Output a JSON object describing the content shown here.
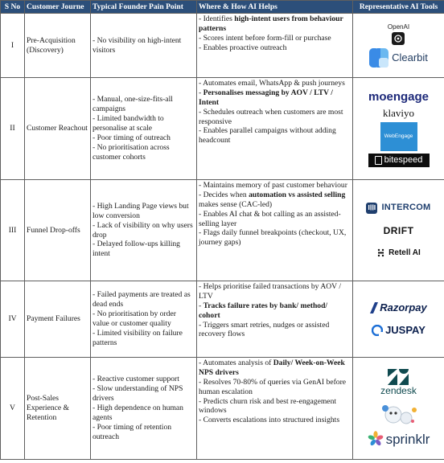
{
  "headers": [
    "S No",
    "Customer Journe",
    "Typical Founder Pain Point",
    "Where & How AI Helps",
    "Representative AI Tools"
  ],
  "rows": [
    {
      "sno": "I",
      "journey": "Pre-Acquisition (Discovery)",
      "pains": [
        "- No visibility on high-intent visitors"
      ],
      "helps": [
        [
          {
            "t": "- Identifies ",
            "b": false
          },
          {
            "t": "high-intent users from behaviour patterns",
            "b": true
          }
        ],
        [
          {
            "t": "- Scores intent before form-fill or purchase",
            "b": false
          }
        ],
        [
          {
            "t": "- Enables proactive outreach",
            "b": false
          }
        ]
      ],
      "tools": {
        "openai": "OpenAI",
        "clearbit": "Clearbit"
      }
    },
    {
      "sno": "II",
      "journey": "Customer Reachout",
      "pains": [
        "- Manual, one-size-fits-all campaigns",
        "- Limited bandwidth to personalise at scale",
        "- Poor timing of outreach",
        "- No prioritisation across customer cohorts"
      ],
      "helps": [
        [
          {
            "t": "- Automates email, WhatsApp & push journeys",
            "b": false
          }
        ],
        [
          {
            "t": "- ",
            "b": false
          },
          {
            "t": "Personalises messaging by AOV / LTV / Intent",
            "b": true
          }
        ],
        [
          {
            "t": "- Schedules outreach when customers are most responsive",
            "b": false
          }
        ],
        [
          {
            "t": "- Enables parallel campaigns without adding headcount",
            "b": false
          }
        ]
      ],
      "tools": {
        "moengage": "moengage",
        "klaviyo": "klaviyo",
        "webengage": "WebEngage",
        "bitespeed": "bitespeed"
      }
    },
    {
      "sno": "III",
      "journey": "Funnel Drop-offs",
      "pains": [
        "- High Landing Page views but low conversion",
        "- Lack of visibility on why users drop",
        "- Delayed follow-ups killing intent"
      ],
      "helps": [
        [
          {
            "t": "- Maintains memory of past customer behaviour",
            "b": false
          }
        ],
        [
          {
            "t": "- Decides when ",
            "b": false
          },
          {
            "t": "automation vs assisted selling",
            "b": true
          },
          {
            "t": " makes sense (CAC-led)",
            "b": false
          }
        ],
        [
          {
            "t": "- Enables AI chat & bot calling as an assisted-selling layer",
            "b": false
          }
        ],
        [
          {
            "t": "- Flags daily funnel breakpoints (checkout, UX, journey gaps)",
            "b": false
          }
        ]
      ],
      "tools": {
        "intercom": "INTERCOM",
        "drift": "DRIFT",
        "retell": "Retell AI"
      }
    },
    {
      "sno": "IV",
      "journey": "Payment Failures",
      "pains": [
        "- Failed payments are treated as dead ends",
        "- No prioritisation by order value or customer quality",
        "- Limited visibility on failure patterns"
      ],
      "helps": [
        [
          {
            "t": "- Helps prioritise failed transactions by AOV / LTV",
            "b": false
          }
        ],
        [
          {
            "t": "- ",
            "b": false
          },
          {
            "t": "Tracks failure rates by bank/ method/ cohort",
            "b": true
          }
        ],
        [
          {
            "t": "- Triggers smart retries, nudges or assisted recovery flows",
            "b": false
          }
        ]
      ],
      "tools": {
        "razorpay": "Razorpay",
        "juspay": "JUSPAY"
      }
    },
    {
      "sno": "V",
      "journey": "Post-Sales Experience & Retention",
      "pains": [
        "- Reactive customer support",
        "- Slow understanding of NPS drivers",
        "- High dependence on human agents",
        "- Poor timing of retention outreach"
      ],
      "helps": [
        [
          {
            "t": "- Automates analysis of ",
            "b": false
          },
          {
            "t": "Daily/ Week-on-Week NPS drivers",
            "b": true
          }
        ],
        [
          {
            "t": "- Resolves 70-80% of queries via GenAI before human escalation",
            "b": false
          }
        ],
        [
          {
            "t": "- Predicts churn risk and best re-engagement windows",
            "b": false
          }
        ],
        [
          {
            "t": "- Converts escalations into structured insights",
            "b": false
          }
        ]
      ],
      "tools": {
        "zendesk": "zendesk",
        "sprinklr": "sprinklr"
      }
    }
  ]
}
